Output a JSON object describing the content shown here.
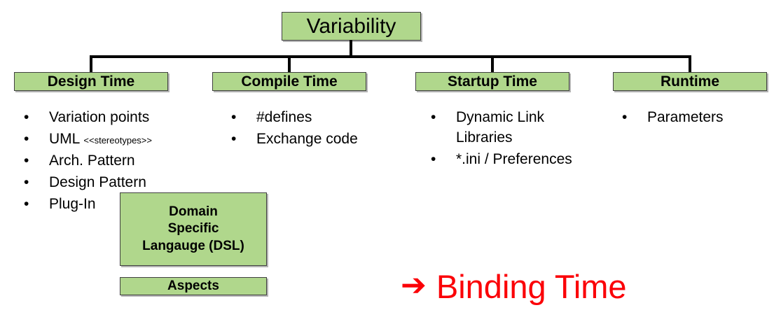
{
  "diagram": {
    "root": {
      "label": "Variability"
    },
    "categories": [
      {
        "label": "Design Time"
      },
      {
        "label": "Compile Time"
      },
      {
        "label": "Startup Time"
      },
      {
        "label": "Runtime"
      }
    ],
    "columns": [
      {
        "name": "design-time",
        "items": [
          {
            "text": "Variation points",
            "tag": ""
          },
          {
            "text": "UML ",
            "tag": "<<stereotypes>>"
          },
          {
            "text": "Arch. Pattern",
            "tag": ""
          },
          {
            "text": "Design Pattern",
            "tag": ""
          },
          {
            "text": "Plug-In",
            "tag": ""
          }
        ]
      },
      {
        "name": "compile-time",
        "items": [
          {
            "text": "#defines",
            "tag": ""
          },
          {
            "text": "Exchange code",
            "tag": ""
          }
        ]
      },
      {
        "name": "startup-time",
        "items": [
          {
            "text": "Dynamic Link Libraries",
            "tag": ""
          },
          {
            "text": "*.ini / Preferences",
            "tag": ""
          }
        ]
      },
      {
        "name": "runtime",
        "items": [
          {
            "text": "Parameters",
            "tag": ""
          }
        ]
      }
    ],
    "extra_boxes": [
      {
        "name": "dsl-box",
        "line1": "Domain",
        "line2": "Specific",
        "line3": "Langauge (DSL)"
      },
      {
        "name": "aspects-box",
        "line1": "Aspects",
        "line2": "",
        "line3": ""
      }
    ],
    "callout": {
      "arrow_icon": "right-arrow-icon",
      "arrow_glyph": "➔",
      "label": "Binding Time",
      "color": "#fb0007"
    },
    "colors": {
      "box_fill": "#b0d78c",
      "box_border": "#404040",
      "line": "#000000",
      "text": "#000000",
      "accent": "#fb0007"
    }
  }
}
